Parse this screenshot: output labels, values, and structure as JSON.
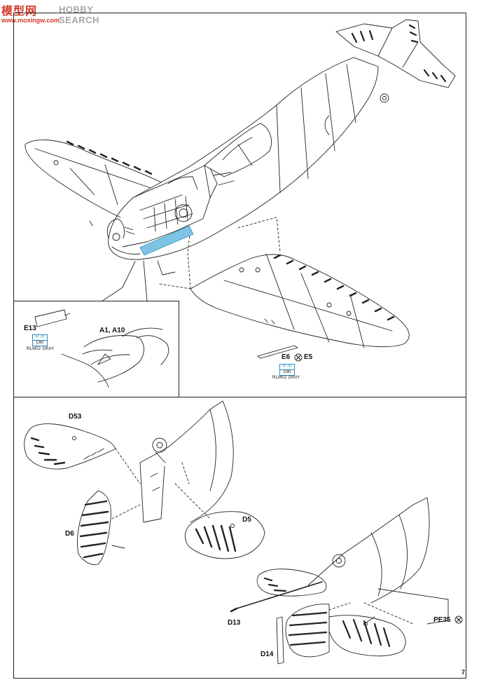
{
  "watermark": {
    "logo": "模型网",
    "search": "HOBBY SEARCH",
    "url": "www.moxingw.com"
  },
  "parts": {
    "e13": "E13",
    "a1_a10": "A1, A10",
    "e6_e5_left": "E6",
    "e6_e5_right": "E5",
    "d53": "D53",
    "d5": "D5",
    "d6": "D6",
    "d13": "D13",
    "d14": "D14",
    "pe35": "PE35"
  },
  "paints": {
    "inset": {
      "code_top": "H 70",
      "code_bottom": "C60",
      "name": "RLM02 GRAY"
    },
    "wing": {
      "code_top": "H 70",
      "code_bottom": "C60",
      "name": "RLM02 GRAY"
    }
  },
  "page_number": "7",
  "colors": {
    "line": "#222222",
    "highlight": "#7fc3e4",
    "paint_box": "#2a8fbf",
    "watermark_red": "#d43a2a"
  }
}
